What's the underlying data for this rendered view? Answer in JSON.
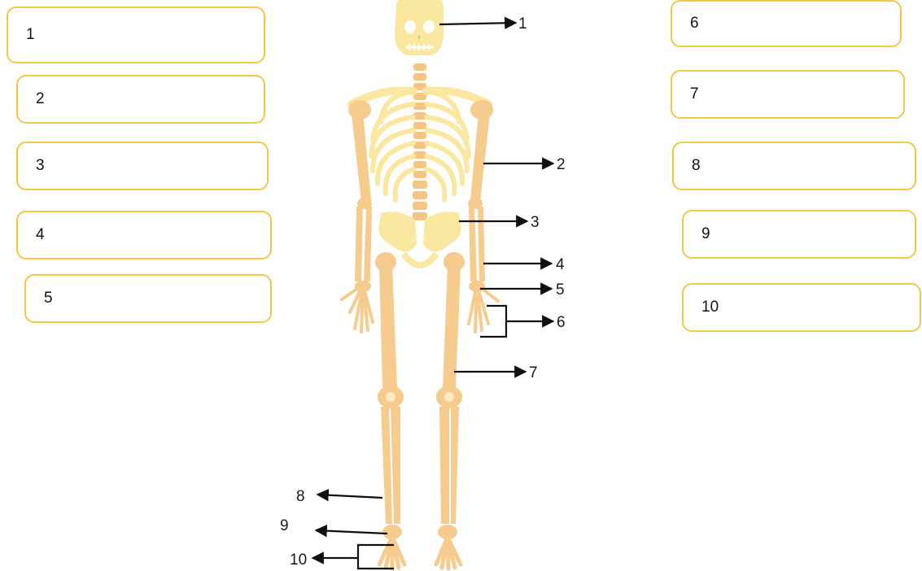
{
  "left_boxes": [
    "1",
    "2",
    "3",
    "4",
    "5"
  ],
  "right_boxes": [
    "6",
    "7",
    "8",
    "9",
    "10"
  ],
  "pointer_labels": [
    "1",
    "2",
    "3",
    "4",
    "5",
    "6",
    "7",
    "8",
    "9",
    "10"
  ],
  "colors": {
    "box_border": "#f3c74a",
    "bone": "#f5cb8e",
    "skull_ribs": "#fae7a0",
    "arrow": "#111111"
  }
}
